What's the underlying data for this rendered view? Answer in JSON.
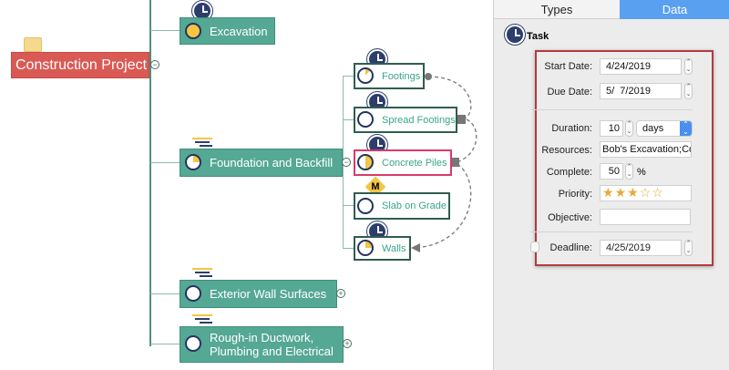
{
  "map": {
    "root": {
      "label": "Construction Project",
      "icon": "folder-icon",
      "color": "#d95a55"
    },
    "topics": [
      {
        "label": "Excavation",
        "progress": 100
      },
      {
        "label": "Foundation and Backfill",
        "progress": 25
      },
      {
        "label": "Exterior Wall Surfaces",
        "progress": 0
      },
      {
        "label": "Rough-in Ductwork,",
        "label2": "Plumbing and Electrical",
        "progress": 0
      }
    ],
    "subtopics": [
      {
        "label": "Footings",
        "progress": 10
      },
      {
        "label": "Spread Footings",
        "progress": 0
      },
      {
        "label": "Concrete Piles",
        "progress": 50
      },
      {
        "label": "Slab on Grade",
        "progress": 0,
        "marker": "M"
      },
      {
        "label": "Walls",
        "progress": 25
      }
    ],
    "topic_color": "#55a894"
  },
  "panel": {
    "tabs": [
      {
        "label": "Types",
        "active": false
      },
      {
        "label": "Data",
        "active": true
      }
    ],
    "accent": "#5aa0f0",
    "task_label": "Task",
    "fields": {
      "start_date_label": "Start Date:",
      "start_date": "4/24/2019",
      "due_date_label": "Due Date:",
      "due_date": "5/  7/2019",
      "duration_label": "Duration:",
      "duration": "10",
      "duration_unit": "days",
      "resources_label": "Resources:",
      "resources": "Bob's Excavation;Co",
      "complete_label": "Complete:",
      "complete": "50",
      "complete_unit": "%",
      "priority_label": "Priority:",
      "priority": 3,
      "priority_max": 5,
      "objective_label": "Objective:",
      "objective": "",
      "deadline_label": "Deadline:",
      "deadline": "4/25/2019",
      "deadline_checked": false
    }
  }
}
